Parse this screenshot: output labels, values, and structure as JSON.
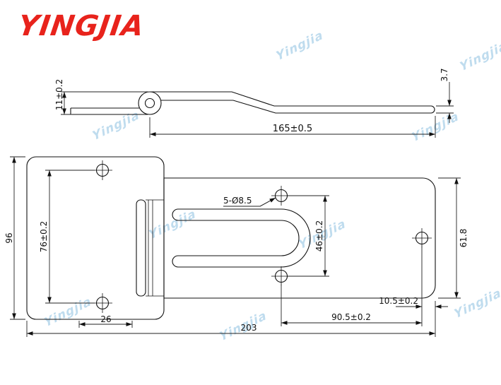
{
  "logo": {
    "text": "YINGJIA"
  },
  "watermark": {
    "text": "Yingjia"
  },
  "colors": {
    "logo_red": "#e8231c",
    "watermark_blue": "#b5d6ec",
    "line_black": "#111111",
    "background": "#ffffff"
  },
  "side_view": {
    "dim_height": "11±0.2",
    "dim_length": "165±0.5",
    "dim_thickness": "3.7"
  },
  "plan_view": {
    "dim_plate_height": "96",
    "dim_hole_spacing": "76±0.2",
    "dim_holes_label": "5-Ø8.5",
    "dim_slot_spacing": "46±0.2",
    "dim_strap_height": "61.8",
    "dim_edge_offset": "10.5±0.2",
    "dim_offset_26": "26",
    "dim_hole_to_end": "90.5±0.2",
    "dim_total_length": "203"
  }
}
